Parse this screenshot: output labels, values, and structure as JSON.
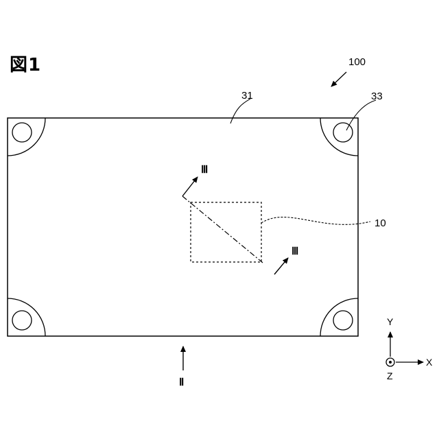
{
  "figure": {
    "title": "図1"
  },
  "labels": {
    "device": "100",
    "body": "31",
    "corner_part": "33",
    "chip": "10",
    "section_III_top": "Ⅲ",
    "section_III_bottom": "Ⅲ",
    "view_II": "Ⅱ"
  },
  "axes": {
    "x": "X",
    "y": "Y",
    "z": "Z"
  }
}
